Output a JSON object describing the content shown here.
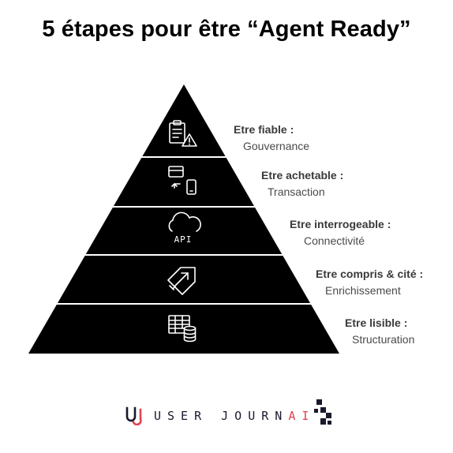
{
  "title": "5 étapes pour être “Agent Ready”",
  "colors": {
    "pyramid": "#000000",
    "divider": "#ffffff",
    "icon_stroke": "#ffffff",
    "text": "#3a3a3a",
    "brand_accent": "#e0434f",
    "brand_dark": "#1a1a2e"
  },
  "steps": [
    {
      "name": "Etre fiable :",
      "sub": "Gouvernance",
      "icon": "clipboard-warning-icon"
    },
    {
      "name": "Etre achetable :",
      "sub": "Transaction",
      "icon": "card-to-phone-icon"
    },
    {
      "name": "Etre interrogeable :",
      "sub": "Connectivité",
      "icon": "cloud-api-icon"
    },
    {
      "name": "Etre compris & cité :",
      "sub": "Enrichissement",
      "icon": "tag-arrow-icon"
    },
    {
      "name": "Etre lisible :",
      "sub": "Structuration",
      "icon": "table-database-icon"
    }
  ],
  "icon_text": {
    "api": "API"
  },
  "brand": {
    "prefix": "USER JOURN",
    "accent": "AI",
    "logo_icon": "uj-monogram-icon",
    "mark_icon": "pixel-squares-icon"
  }
}
